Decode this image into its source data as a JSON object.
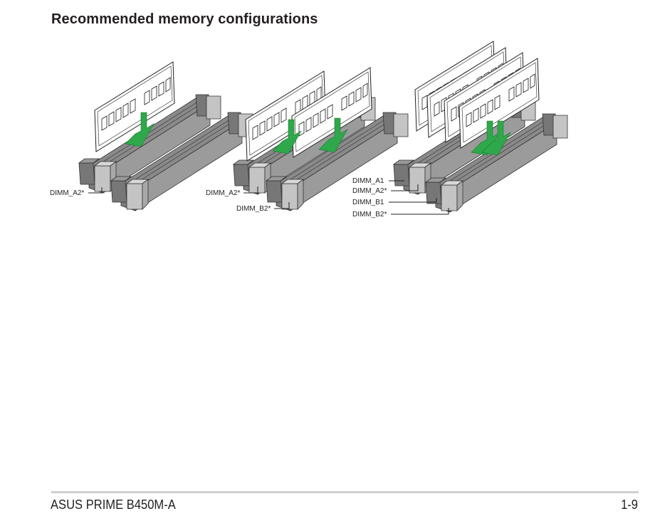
{
  "section_title": "Recommended memory configurations",
  "colors": {
    "arrow_green": "#2ea84a",
    "slot_dark": "#7d7d7d",
    "slot_light": "#bdbdbd",
    "text": "#231f20",
    "rule": "#d1d1d1"
  },
  "configurations": [
    {
      "name": "one-dimm",
      "modules": 1,
      "labels": [
        "DIMM_A2*"
      ]
    },
    {
      "name": "two-dimms",
      "modules": 2,
      "labels": [
        "DIMM_A2*",
        "DIMM_B2*"
      ]
    },
    {
      "name": "four-dimms",
      "modules": 4,
      "labels": [
        "DIMM_A1",
        "DIMM_A2*",
        "DIMM_B1",
        "DIMM_B2*"
      ]
    }
  ],
  "footer": {
    "product": "ASUS PRIME B450M-A",
    "page": "1-9"
  }
}
